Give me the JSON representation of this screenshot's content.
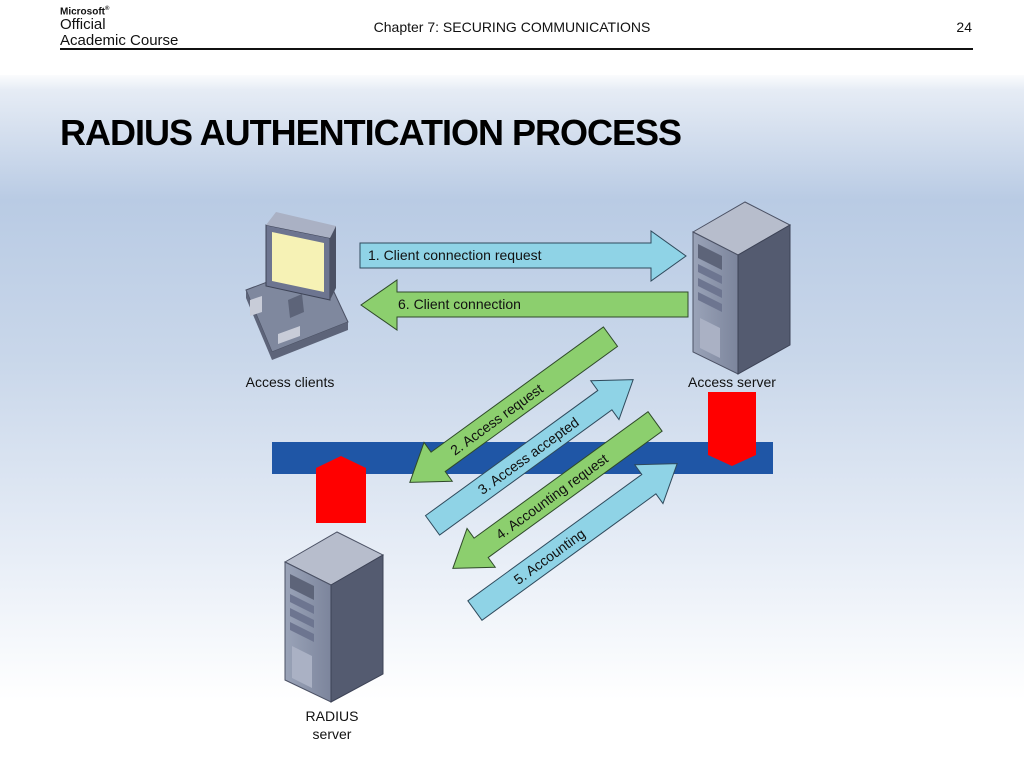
{
  "header": {
    "logo_brand": "Microsoft",
    "logo_line1": "Official",
    "logo_line2": "Academic Course",
    "chapter": "Chapter 7: SECURING COMMUNICATIONS",
    "page_number": "24"
  },
  "slide": {
    "title": "RADIUS AUTHENTICATION PROCESS"
  },
  "diagram": {
    "nodes": {
      "access_clients": "Access clients",
      "access_server": "Access server",
      "radius_server_line1": "RADIUS",
      "radius_server_line2": "server"
    },
    "arrows": [
      {
        "label": "1. Client connection request",
        "color": "#8fd3e6"
      },
      {
        "label": "6. Client connection",
        "color": "#8ccf6e"
      },
      {
        "label": "2. Access request",
        "color": "#8ccf6e"
      },
      {
        "label": "3. Access accepted",
        "color": "#8fd3e6"
      },
      {
        "label": "4. Accounting request",
        "color": "#8ccf6e"
      },
      {
        "label": "5. Accounting",
        "color": "#8fd3e6"
      }
    ],
    "colors": {
      "network_bar": "#1f56a6",
      "connector": "#ff0000"
    }
  }
}
